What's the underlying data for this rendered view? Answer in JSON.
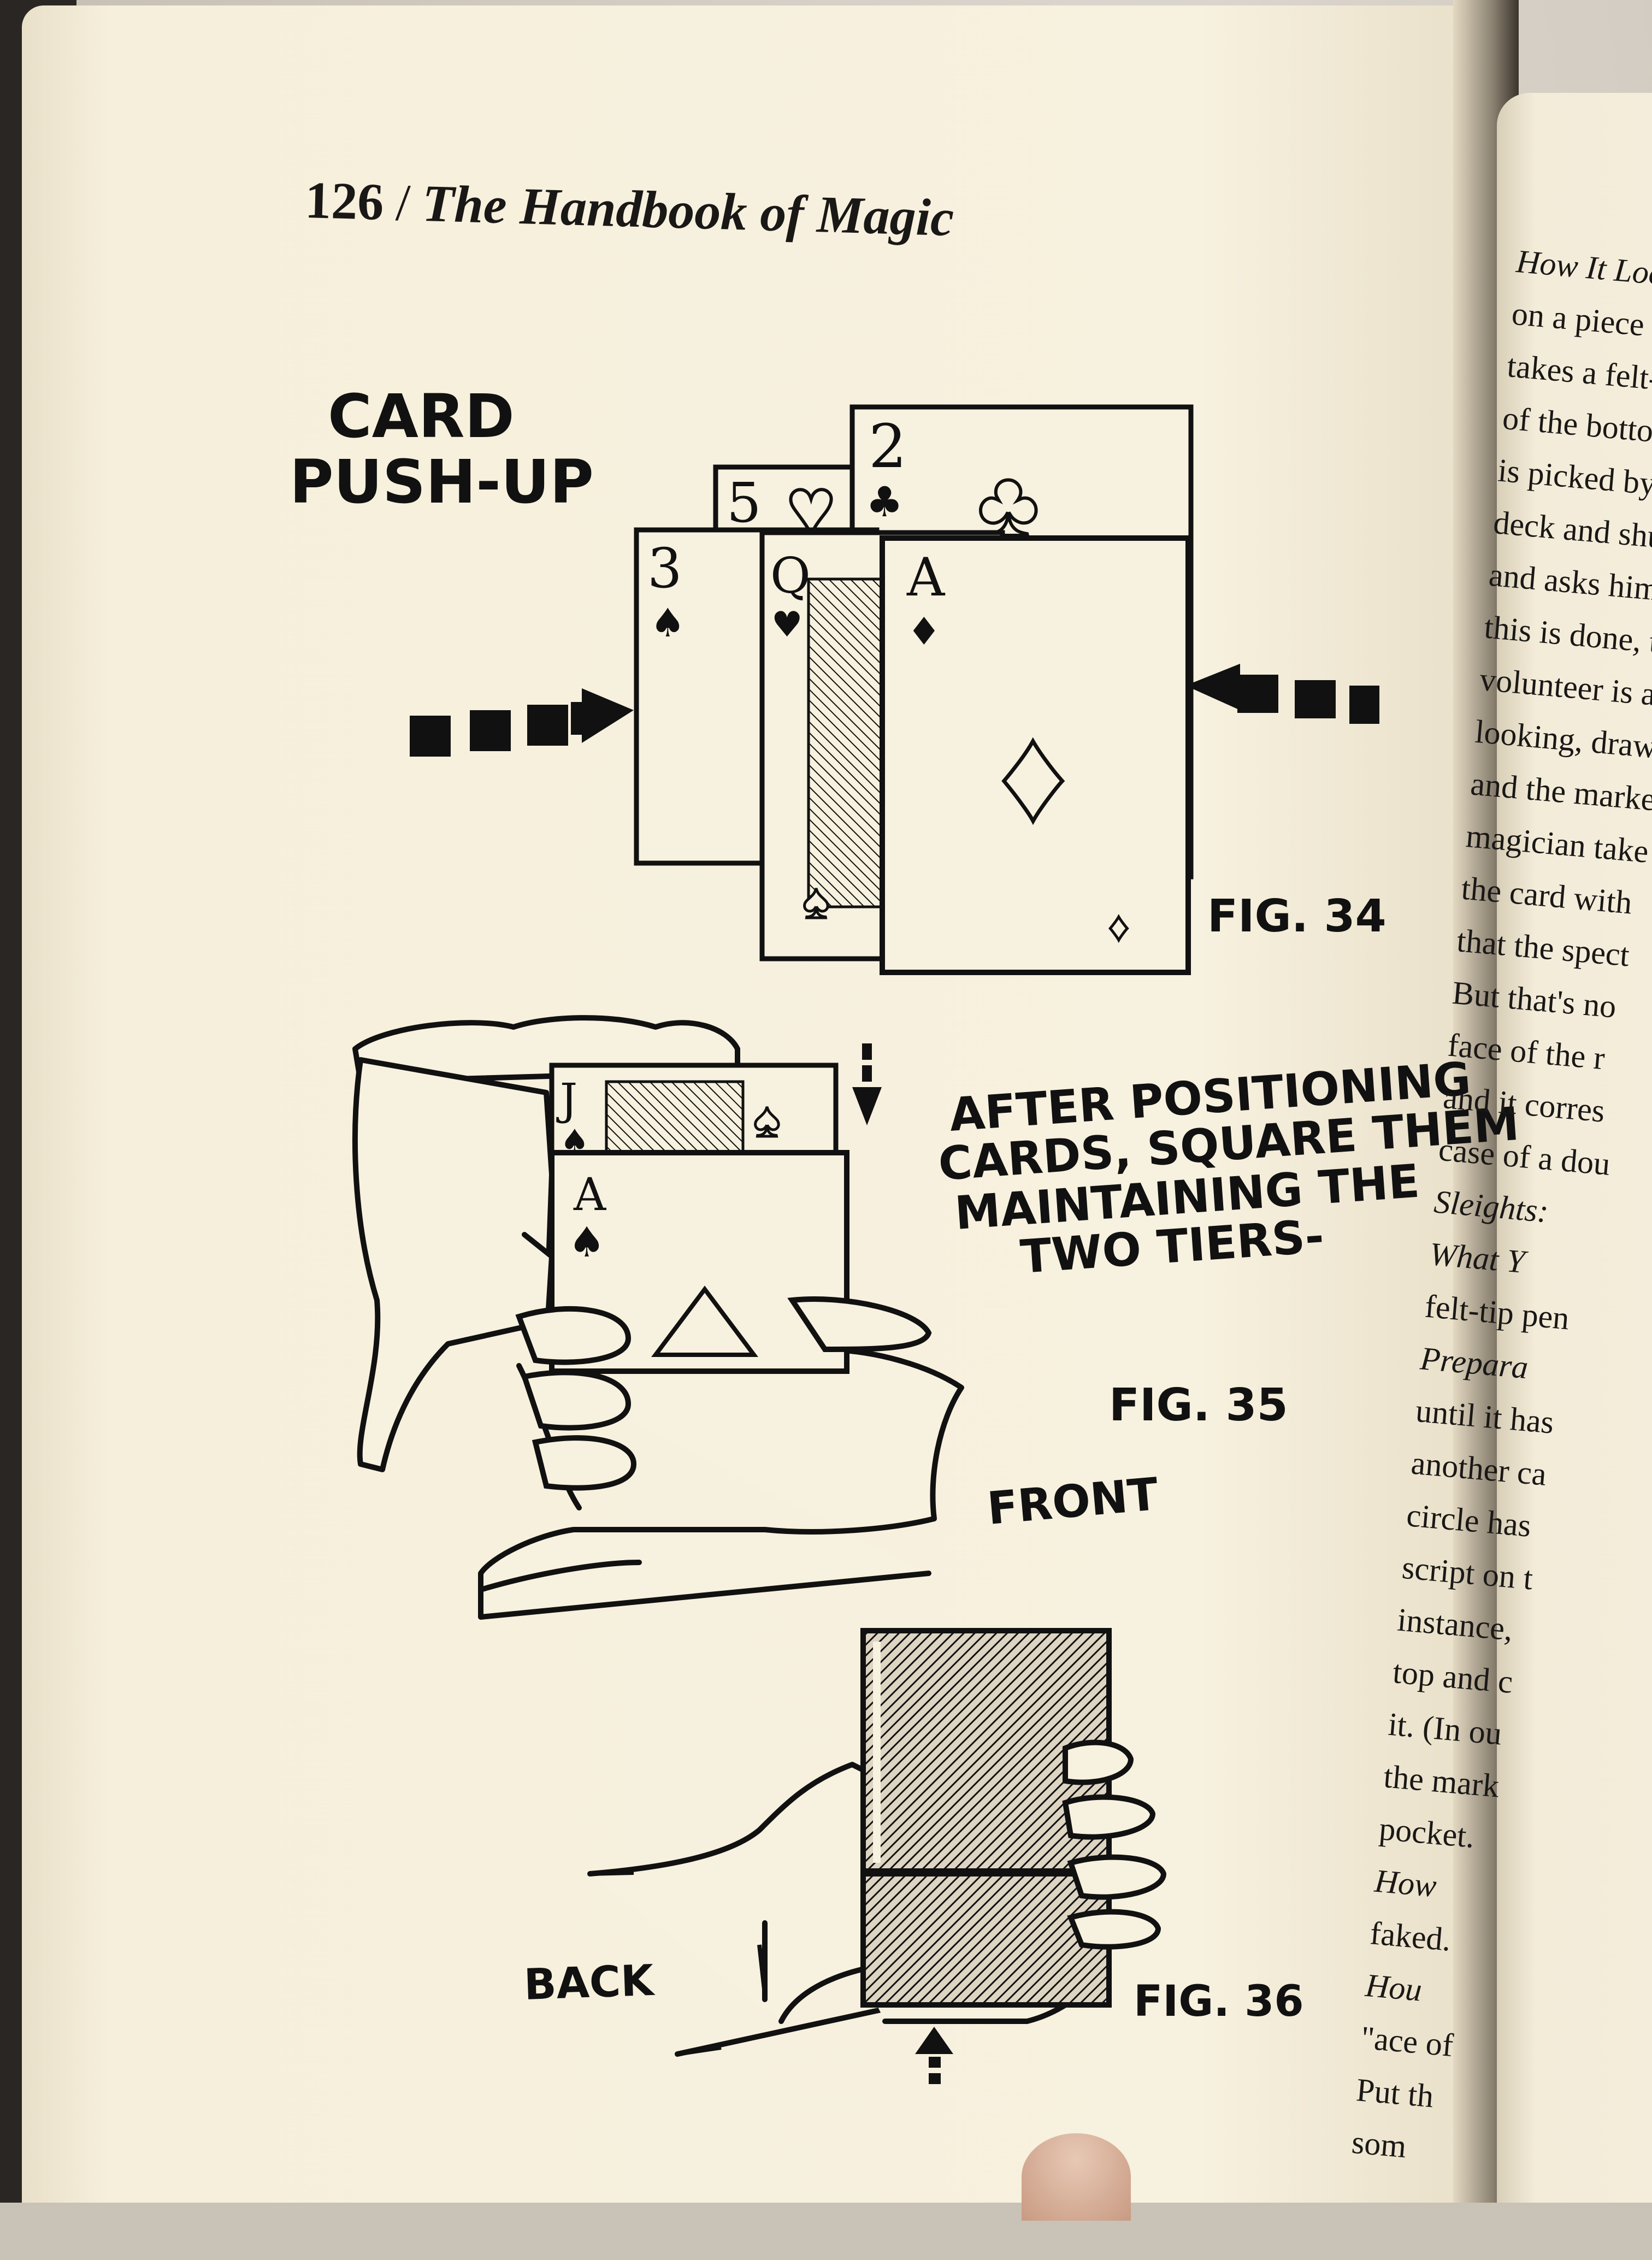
{
  "page": {
    "number": "126",
    "separator": "/",
    "book_title": "The Handbook of Magic"
  },
  "figures": {
    "push_up_label_line1": "CARD",
    "push_up_label_line2": "PUSH-UP",
    "fig34_label": "FIG. 34",
    "fig35_label": "FIG. 35",
    "fig36_label": "FIG. 36",
    "instruction_lines": [
      "AFTER POSITIONING",
      "CARDS, SQUARE THEM",
      "MAINTAINING THE",
      "TWO TIERS-"
    ],
    "front_label": "FRONT",
    "back_label": "BACK",
    "cards": [
      {
        "rank": "3",
        "suit": "♠"
      },
      {
        "rank": "5",
        "suit": "♥"
      },
      {
        "rank": "Q",
        "suit": "♥"
      },
      {
        "rank": "2",
        "suit": "♣"
      },
      {
        "rank": "A",
        "suit": "♦"
      }
    ],
    "fig35_cards": [
      {
        "rank": "J",
        "suit": "♠"
      },
      {
        "rank": "A",
        "suit": "♠"
      }
    ]
  },
  "right_page_lines": [
    "How It Look",
    "on a piece of p",
    "takes a felt-tip",
    "of the bottom c",
    "is picked by th",
    "deck and shuff",
    "and asks him t",
    "this is done, th",
    "volunteer is a",
    "looking, draw",
    "and the marke",
    "magician take",
    "the card with",
    "that the spect",
    "But that's no",
    "face of the r",
    "and it corres",
    "case of a dou",
    "Sleights:",
    "What Y",
    "felt-tip pen",
    "Prepara",
    "until it has",
    "another ca",
    "circle has",
    "script on t",
    "instance,",
    "top and c",
    "it. (In ou",
    "the mark",
    "pocket.",
    "How",
    "faked.",
    "Hou",
    "\"ace of",
    "Put th",
    "som"
  ],
  "colors": {
    "page": "#f7f1df",
    "ink": "#111111"
  }
}
